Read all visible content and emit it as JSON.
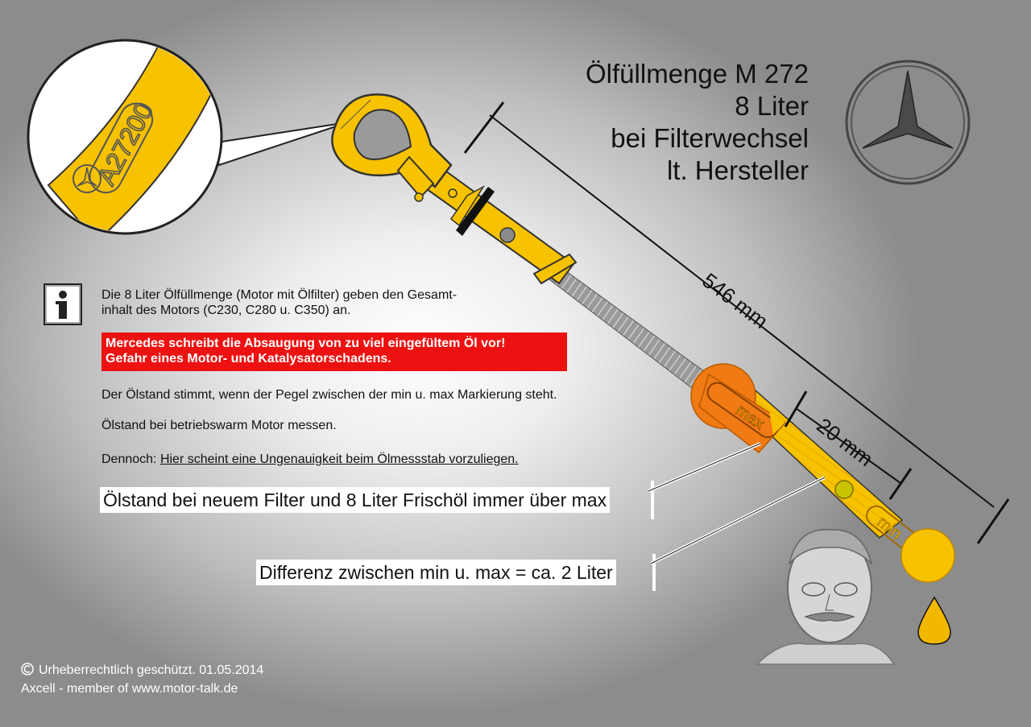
{
  "title": {
    "line1": "Ölfüllmenge  M 272",
    "line2": "8 Liter",
    "line3": "bei Filterwechsel",
    "line4": "lt. Hersteller"
  },
  "dipstick": {
    "part_number": "A27200",
    "length_label": "546 mm",
    "span_label": "20 mm",
    "max_mark": "max",
    "min_mark": "min"
  },
  "info": {
    "line1": "Die 8 Liter Ölfüllmenge (Motor mit Ölfilter) geben den Gesamt-",
    "line2": "inhalt des Motors (C230, C280 u. C350) an.",
    "warning_line1": "Mercedes schreibt die Absaugung von zu viel eingefültem Öl vor!",
    "warning_line2": "Gefahr eines Motor- und Katalysatorschadens.",
    "paragraph2": "Der Ölstand stimmt, wenn der Pegel zwischen der min u. max Markierung steht.",
    "paragraph3": "Ölstand bei betriebswarm Motor messen.",
    "paragraph4_prefix": "Dennoch: ",
    "paragraph4_link": "Hier scheint eine Ungenauigkeit beim Ölmessstab vorzuliegen."
  },
  "callouts": {
    "upper": "Ölstand bei neuem Filter und 8 Liter Frischöl immer über max",
    "lower": "Differenz zwischen min u. max = ca. 2 Liter"
  },
  "footer": {
    "line1": "Urheberrechtlich geschützt. 01.05.2014",
    "line2": "Axcell - member of www.motor-talk.de"
  },
  "colors": {
    "dipstick_yellow": "#f7c200",
    "dipstick_orange": "#f08a1c",
    "warning_red": "#ee1111",
    "oil_drop": "#f2b800"
  }
}
